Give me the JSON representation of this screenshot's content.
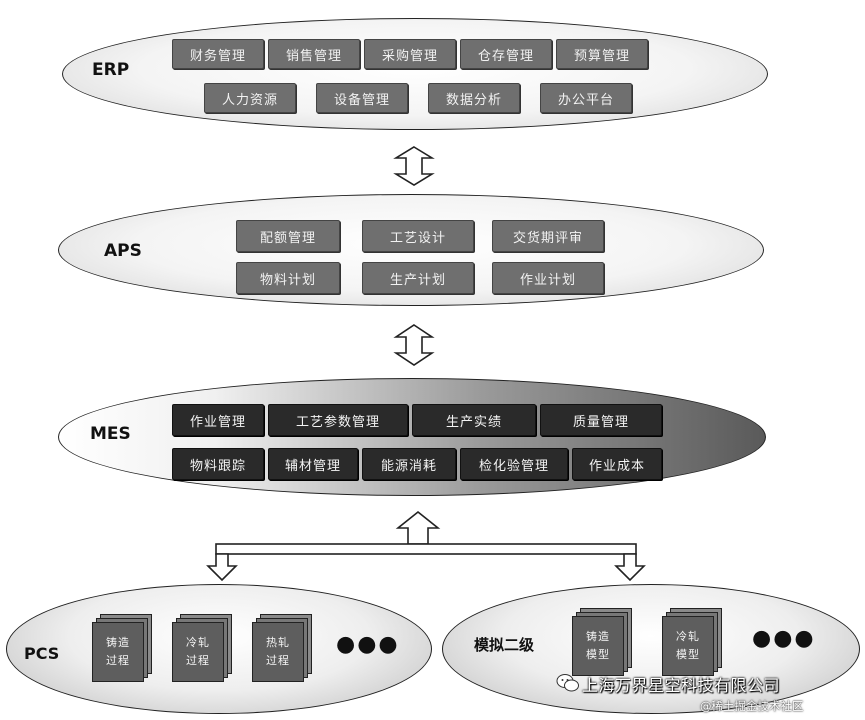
{
  "erp": {
    "label": "ERP",
    "row1": [
      "财务管理",
      "销售管理",
      "采购管理",
      "仓存管理",
      "预算管理"
    ],
    "row2": [
      "人力资源",
      "设备管理",
      "数据分析",
      "办公平台"
    ]
  },
  "aps": {
    "label": "APS",
    "row1": [
      "配额管理",
      "工艺设计",
      "交货期评审"
    ],
    "row2": [
      "物料计划",
      "生产计划",
      "作业计划"
    ]
  },
  "mes": {
    "label": "MES",
    "row1": [
      "作业管理",
      "工艺参数管理",
      "生产实绩",
      "质量管理"
    ],
    "row2": [
      "物料跟踪",
      "辅材管理",
      "能源消耗",
      "检化验管理",
      "作业成本"
    ]
  },
  "pcs": {
    "label": "PCS",
    "docs": [
      {
        "line1": "铸造",
        "line2": "过程"
      },
      {
        "line1": "冷轧",
        "line2": "过程"
      },
      {
        "line1": "热轧",
        "line2": "过程"
      }
    ],
    "more": "●●●"
  },
  "sim": {
    "label": "模拟二级",
    "docs": [
      {
        "line1": "铸造",
        "line2": "模型"
      },
      {
        "line1": "冷轧",
        "line2": "模型"
      }
    ],
    "more": "●●●"
  },
  "watermark": {
    "company": "上海万界星空科技有限公司",
    "community": "@稀土掘金技术社区"
  },
  "colors": {
    "box_grey": "#6f6f6f",
    "box_dark": "#2a2a2a",
    "outline": "#222222"
  }
}
